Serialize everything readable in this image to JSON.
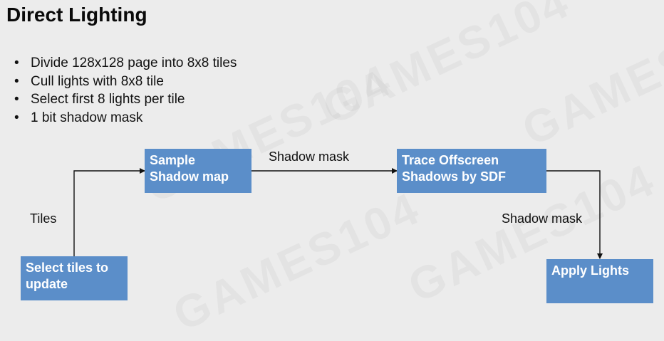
{
  "title": "Direct Lighting",
  "bullets": [
    "Divide 128x128 page into 8x8 tiles",
    "Cull lights with 8x8 tile",
    "Select first 8 lights per tile",
    "1 bit shadow mask"
  ],
  "bullet_glyph": "•",
  "diagram": {
    "nodes": {
      "select_tiles": {
        "line1": "Select tiles to",
        "line2": "update"
      },
      "sample_shadow": {
        "line1": "Sample",
        "line2": "Shadow map"
      },
      "trace_sdf": {
        "line1": "Trace Offscreen",
        "line2": "Shadows by SDF"
      },
      "apply_lights": {
        "line1": "Apply Lights"
      }
    },
    "edge_labels": {
      "tiles": "Tiles",
      "shadow_mask_1": "Shadow mask",
      "shadow_mask_2": "Shadow mask"
    }
  },
  "watermark": "GAMES104",
  "colors": {
    "background": "#ececec",
    "box_fill": "#5b8ec9",
    "box_text": "#ffffff",
    "text": "#111111"
  }
}
